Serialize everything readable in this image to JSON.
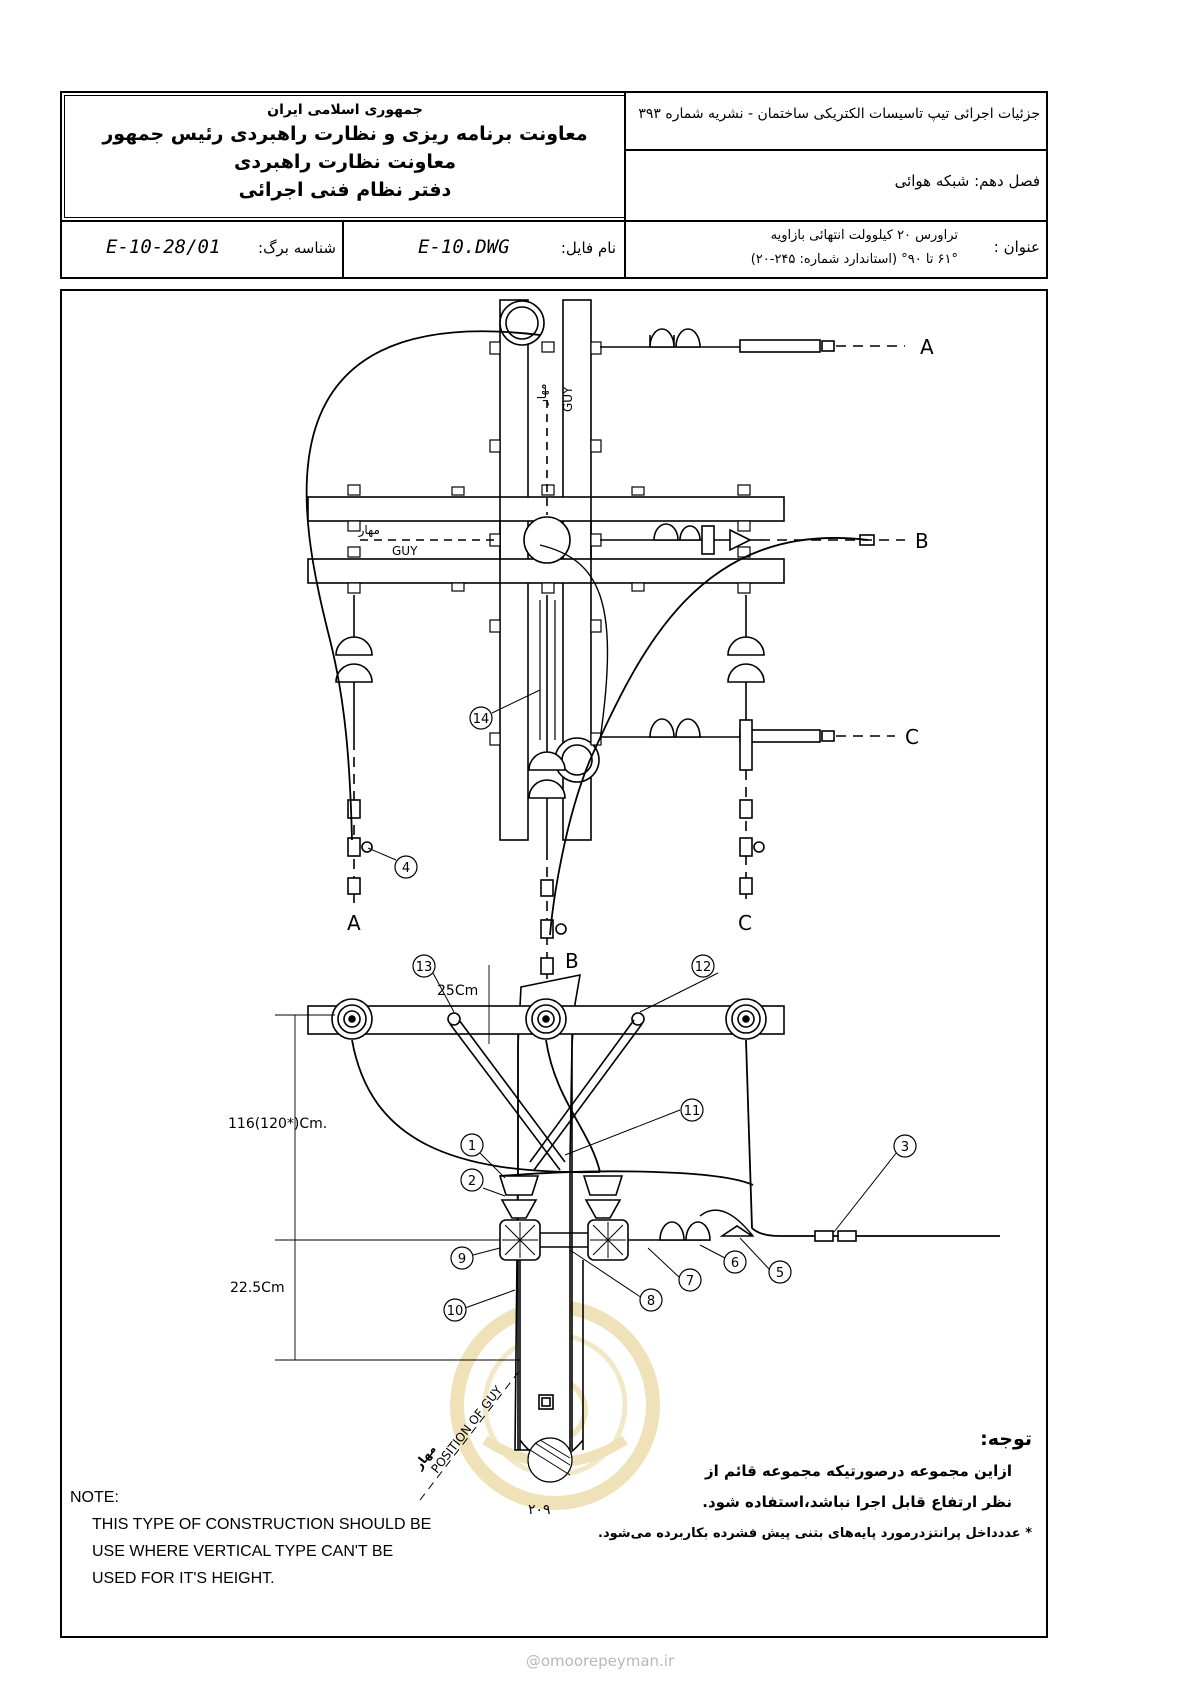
{
  "header": {
    "org_line1": "جمهوری اسلامی ایران",
    "org_line2": "معاونت برنامه ریزی و نظارت راهبردی رئیس جمهور",
    "org_line3": "معاونت نظارت راهبردی",
    "org_line4": "دفتر نظام فنی اجرائی",
    "publication": "جزئیات اجرائی تیپ تاسیسات الکتریکی ساختمان - نشریه شماره ۳۹۳",
    "chapter_label": "فصل دهم:",
    "chapter_value": "شبکه هوائی",
    "sheet_id_label": "شناسه برگ:",
    "sheet_id_value": "E-10-28/01",
    "file_label": "نام فایل:",
    "file_value": "E-10.DWG",
    "title_label": "عنوان :",
    "title_line1": "تراورس ۲۰ کیلوولت انتهائی بازاویه",
    "title_line2": "۶۱° تا ۹۰° (استاندارد شماره: ۲۴۵-۲۰)"
  },
  "diagram": {
    "phase_a": "A",
    "phase_b": "B",
    "phase_c": "C",
    "guy_fa": "مهار",
    "guy_en": "GUY",
    "dim_top": "25Cm",
    "dim_height": "116(120*)Cm.",
    "dim_lower": "22.5Cm",
    "position_of_guy": "POSITION OF GUY",
    "pole_code": "۲۰۹",
    "callouts": [
      "1",
      "2",
      "3",
      "4",
      "5",
      "6",
      "7",
      "8",
      "9",
      "10",
      "11",
      "12",
      "13",
      "14"
    ]
  },
  "note_en": {
    "title": "NOTE:",
    "line1": "THIS TYPE OF CONSTRUCTION SHOULD BE",
    "line2": "USE WHERE VERTICAL TYPE CAN'T BE",
    "line3": "USED FOR IT'S HEIGHT."
  },
  "note_fa": {
    "title": "توجه:",
    "line1": "ازاین مجموعه درصورتیکه مجموعه قائم از",
    "line2": "نظر ارتفاع قابل اجرا نباشد،استفاده شود.",
    "line3": "* عددداخل پرانتزدرمورد پایه‌های بتنی پیش فشرده بکاربرده می‌شود."
  },
  "footer": {
    "watermark": "@omoorepeyman.ir"
  }
}
